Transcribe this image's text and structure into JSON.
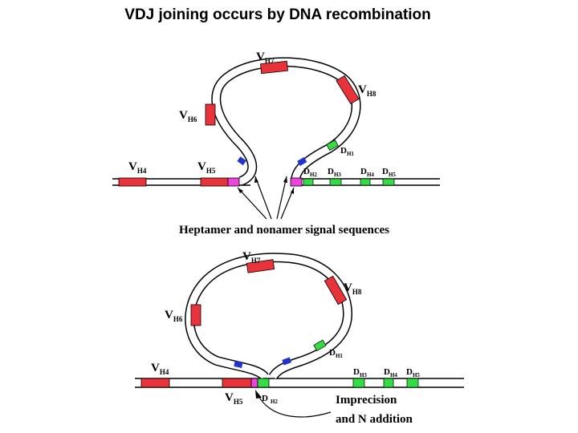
{
  "title": "VDJ joining occurs by DNA recombination",
  "top_panel": {
    "labels": {
      "vh4": {
        "main": "V",
        "sub": "H4"
      },
      "vh5": {
        "main": "V",
        "sub": "H5"
      },
      "vh6": {
        "main": "V",
        "sub": "H6"
      },
      "vh7": {
        "main": "V",
        "sub": "H7"
      },
      "vh8": {
        "main": "V",
        "sub": "H8"
      },
      "dh1": {
        "main": "D",
        "sub": "H1"
      },
      "dh2": {
        "main": "D",
        "sub": "H2"
      },
      "dh3": {
        "main": "D",
        "sub": "H3"
      },
      "dh4": {
        "main": "D",
        "sub": "H4"
      },
      "dh5": {
        "main": "D",
        "sub": "H5"
      }
    },
    "caption": "Heptamer and nonamer signal sequences"
  },
  "bottom_panel": {
    "labels": {
      "vh4": {
        "main": "V",
        "sub": "H4"
      },
      "vh5": {
        "main": "V",
        "sub": "H5"
      },
      "vh6": {
        "main": "V",
        "sub": "H6"
      },
      "vh7": {
        "main": "V",
        "sub": "H7"
      },
      "vh8": {
        "main": "V",
        "sub": "H8"
      },
      "dh1": {
        "main": "D",
        "sub": "H1"
      },
      "dh2": {
        "main": "D",
        "sub": "H2"
      },
      "dh3": {
        "main": "D",
        "sub": "H3"
      },
      "dh4": {
        "main": "D",
        "sub": "H4"
      },
      "dh5": {
        "main": "D",
        "sub": "H5"
      }
    },
    "caption_line1": "Imprecision",
    "caption_line2": "and N addition"
  },
  "colors": {
    "v_segment": "#e8333a",
    "d_segment": "#33dd44",
    "signal_blue": "#2233cc",
    "signal_magenta": "#ee44dd"
  }
}
